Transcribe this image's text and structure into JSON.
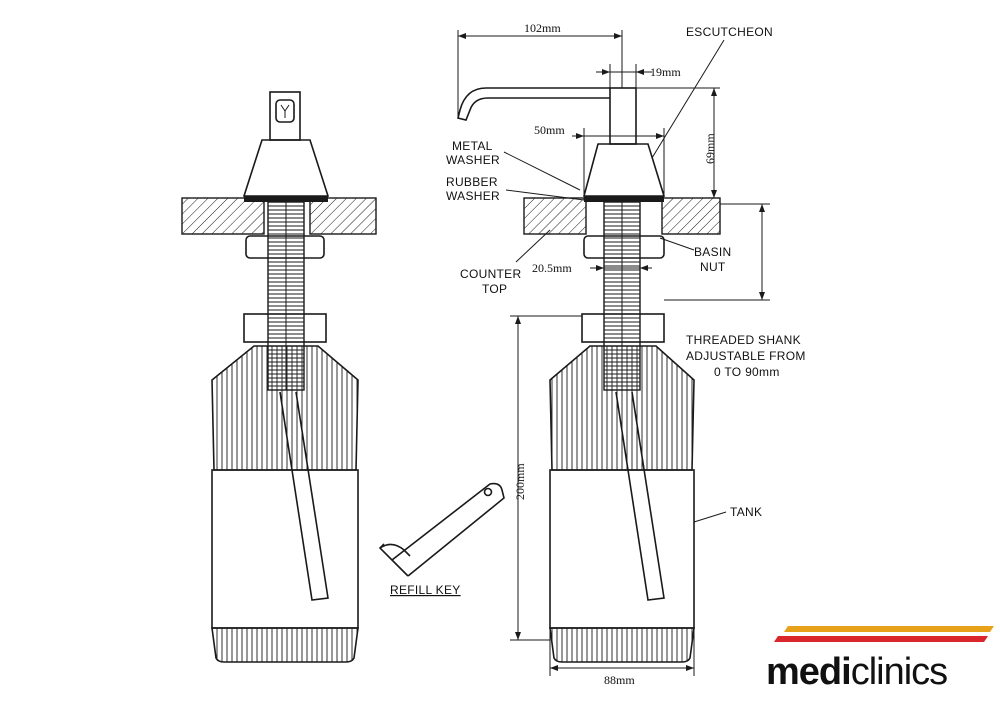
{
  "labels": {
    "escutcheon": "ESCUTCHEON",
    "metal_washer_1": "METAL",
    "metal_washer_2": "WASHER",
    "rubber_washer_1": "RUBBER",
    "rubber_washer_2": "WASHER",
    "counter_top_1": "COUNTER",
    "counter_top_2": "TOP",
    "basin_nut_1": "BASIN",
    "basin_nut_2": "NUT",
    "threaded_shank_1": "THREADED SHANK",
    "threaded_shank_2": "ADJUSTABLE FROM",
    "threaded_shank_3": "0 TO 90mm",
    "tank": "TANK",
    "refill_key": "REFILL KEY"
  },
  "dimensions": {
    "spout_length": "102mm",
    "stem_width": "19mm",
    "escutcheon_height": "69mm",
    "escutcheon_base": "50mm",
    "shank_diameter": "20.5mm",
    "tank_height": "200mm",
    "tank_width": "88mm"
  },
  "brand": {
    "name_bold": "medi",
    "name_light": "clinics",
    "stripe_colors": [
      "#e8a21a",
      "#d8262a"
    ]
  }
}
